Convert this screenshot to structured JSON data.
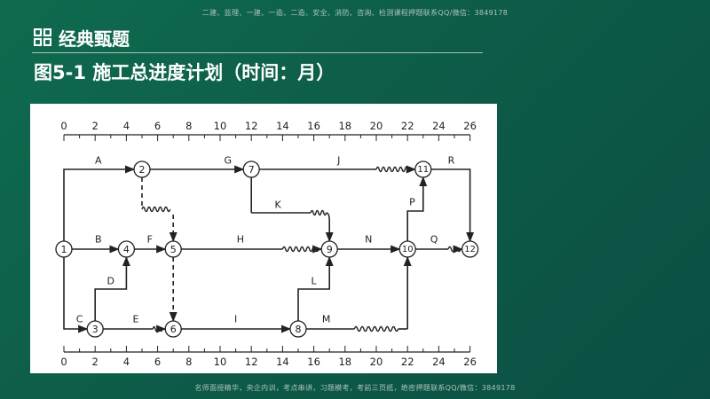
{
  "watermark_top": "二建、监理、一建、一造、二造、安全、消防、咨询、检测课程押题联系QQ/微信：3849178",
  "watermark_bottom": "名师面授精华，央企内训，考点串讲，习题模考，考前三页纸，绝密押题联系QQ/微信：3849178",
  "header": {
    "title": "经典甄题",
    "icon": "grid-icon"
  },
  "main_title": "图5-1 施工总进度计划（时间：月）",
  "colors": {
    "background": "#0d5c48",
    "diagram_bg": "#ffffff",
    "ink": "#222222"
  },
  "scale": {
    "min": 0,
    "max": 26,
    "labels": [
      "0",
      "2",
      "4",
      "6",
      "8",
      "10",
      "12",
      "14",
      "16",
      "18",
      "20",
      "22",
      "24",
      "26"
    ]
  },
  "network": {
    "nodes": [
      {
        "id": "1",
        "label": "1"
      },
      {
        "id": "2",
        "label": "2"
      },
      {
        "id": "3",
        "label": "3"
      },
      {
        "id": "4",
        "label": "4"
      },
      {
        "id": "5",
        "label": "5"
      },
      {
        "id": "6",
        "label": "6"
      },
      {
        "id": "7",
        "label": "7"
      },
      {
        "id": "8",
        "label": "8"
      },
      {
        "id": "9",
        "label": "9"
      },
      {
        "id": "10",
        "label": "10"
      },
      {
        "id": "11",
        "label": "11"
      },
      {
        "id": "12",
        "label": "12"
      }
    ],
    "activities": [
      {
        "label": "A",
        "from": "1",
        "to": "2"
      },
      {
        "label": "B",
        "from": "1",
        "to": "4"
      },
      {
        "label": "C",
        "from": "1",
        "to": "3"
      },
      {
        "label": "D",
        "from": "3",
        "to": "4"
      },
      {
        "label": "E",
        "from": "3",
        "to": "6"
      },
      {
        "label": "F",
        "from": "4",
        "to": "5"
      },
      {
        "label": "G",
        "from": "2",
        "to": "7"
      },
      {
        "label": "H",
        "from": "5",
        "to": "9"
      },
      {
        "label": "I",
        "from": "6",
        "to": "8"
      },
      {
        "label": "J",
        "from": "7",
        "to": "11"
      },
      {
        "label": "K",
        "from": "7",
        "to": "9"
      },
      {
        "label": "L",
        "from": "8",
        "to": "9"
      },
      {
        "label": "M",
        "from": "8",
        "to": "10"
      },
      {
        "label": "N",
        "from": "9",
        "to": "10"
      },
      {
        "label": "P",
        "from": "10",
        "to": "11"
      },
      {
        "label": "Q",
        "from": "10",
        "to": "12"
      },
      {
        "label": "R",
        "from": "11",
        "to": "12"
      }
    ],
    "dummies": [
      {
        "from": "2",
        "to": "5"
      },
      {
        "from": "5",
        "to": "6"
      }
    ]
  }
}
